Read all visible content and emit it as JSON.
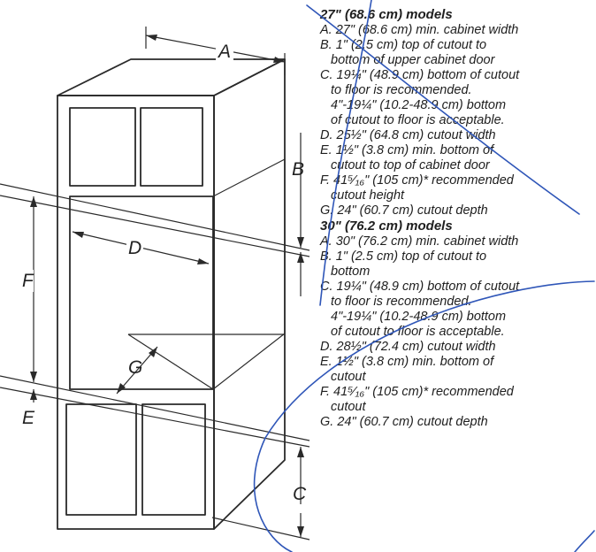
{
  "labels": {
    "A": "A",
    "B": "B",
    "C": "C",
    "D": "D",
    "E": "E",
    "F": "F",
    "G": "G"
  },
  "section27": {
    "heading": "27\" (68.6 cm) models",
    "items": [
      [
        "A. 27\" (68.6 cm) min. cabinet width"
      ],
      [
        "B. 1\" (2.5 cm) top of cutout to",
        "bottom of upper cabinet door"
      ],
      [
        "C. 19¼\" (48.9 cm) bottom of cutout",
        "to floor is recommended.",
        "4\"-19¼\" (10.2-48.9 cm) bottom",
        "of cutout to floor is acceptable."
      ],
      [
        "D. 25½\" (64.8 cm) cutout width"
      ],
      [
        "E. 1½\" (3.8 cm) min. bottom of",
        "cutout to top of cabinet door"
      ],
      [
        "F. 41⁵⁄₁₆\" (105 cm)* recommended",
        "cutout height"
      ],
      [
        "G. 24\" (60.7 cm) cutout depth"
      ]
    ]
  },
  "section30": {
    "heading": "30\" (76.2 cm) models",
    "items": [
      [
        "A. 30\" (76.2 cm) min. cabinet width"
      ],
      [
        "B. 1\" (2.5 cm) top of cutout to",
        "bottom"
      ],
      [
        "C. 19¼\" (48.9 cm) bottom of cutout",
        "to floor is recommended.",
        "4\"-19¼\" (10.2-48.9 cm) bottom",
        "of cutout to floor is acceptable."
      ],
      [
        "D. 28½\" (72.4 cm) cutout width"
      ],
      [
        "E. 1½\" (3.8 cm) min. bottom of",
        "cutout"
      ],
      [
        "F. 41⁵⁄₁₆\" (105 cm)* recommended",
        "cutout"
      ],
      [
        "G. 24\" (60.7 cm) cutout depth"
      ]
    ]
  },
  "colors": {
    "ink": "#222222",
    "pen": "#2f56b8"
  }
}
